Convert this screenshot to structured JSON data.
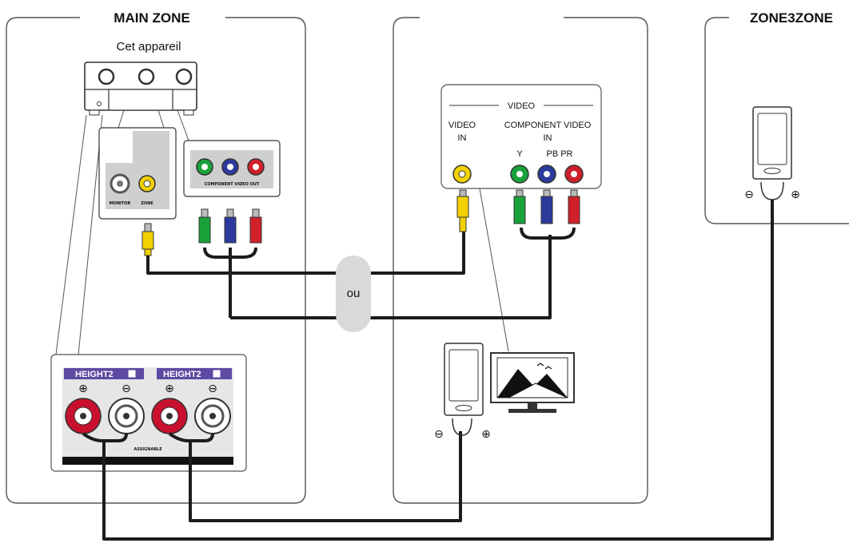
{
  "zones": {
    "main": {
      "title": "MAIN ZONE"
    },
    "zone3": {
      "title": "ZONE3ZONE"
    }
  },
  "device": {
    "label": "Cet appareil"
  },
  "receiver_panel": {
    "monitor_out": "MONITOR",
    "zone_out": "ZONE",
    "component_out": "COMPONENT VIDEO OUT"
  },
  "speaker_panel": {
    "height2_a": "HEIGHT2",
    "height2_b": "HEIGHT2",
    "plus": "⊕",
    "minus": "⊖",
    "assignable": "ASSIGNABLE"
  },
  "tv_inputs": {
    "section": "VIDEO",
    "video_in": "VIDEO",
    "video_in_2": "IN",
    "component": "COMPONENT VIDEO",
    "component_2": "IN",
    "y": "Y",
    "pb_pr": "PB PR"
  },
  "or_label": "ou",
  "terminal_plus": "⊕",
  "terminal_minus": "⊖",
  "colors": {
    "yellow": "#f2d100",
    "green": "#1aa23a",
    "blue": "#2b3a9c",
    "red": "#d0202a",
    "cable": "#1c1c1c",
    "panel_gray": "#e6e6e6",
    "height_bar": "#5d4aa2"
  }
}
